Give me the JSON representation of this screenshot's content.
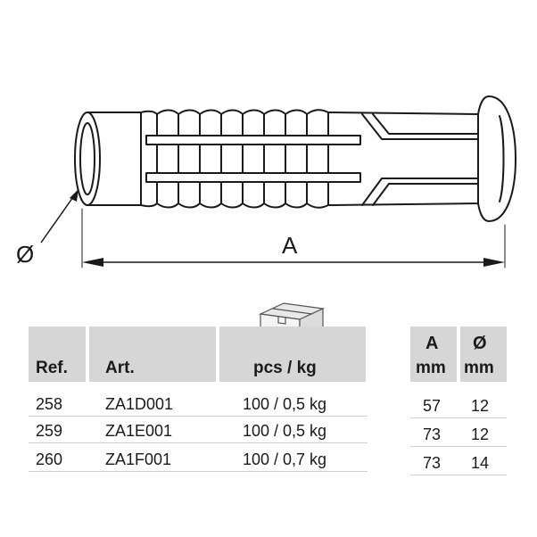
{
  "drawing": {
    "diameter_label": "Ø",
    "length_label": "A"
  },
  "table": {
    "headers": {
      "ref": "Ref.",
      "art": "Art.",
      "pcs": "pcs / kg",
      "a": "A",
      "a_unit": "mm",
      "d": "Ø",
      "d_unit": "mm"
    },
    "rows": [
      {
        "ref": "258",
        "art": "ZA1D001",
        "pcs": "100 / 0,5 kg",
        "a": "57",
        "d": "12"
      },
      {
        "ref": "259",
        "art": "ZA1E001",
        "pcs": "100 / 0,5 kg",
        "a": "73",
        "d": "12"
      },
      {
        "ref": "260",
        "art": "ZA1F001",
        "pcs": "100 / 0,7 kg",
        "a": "73",
        "d": "14"
      }
    ]
  }
}
